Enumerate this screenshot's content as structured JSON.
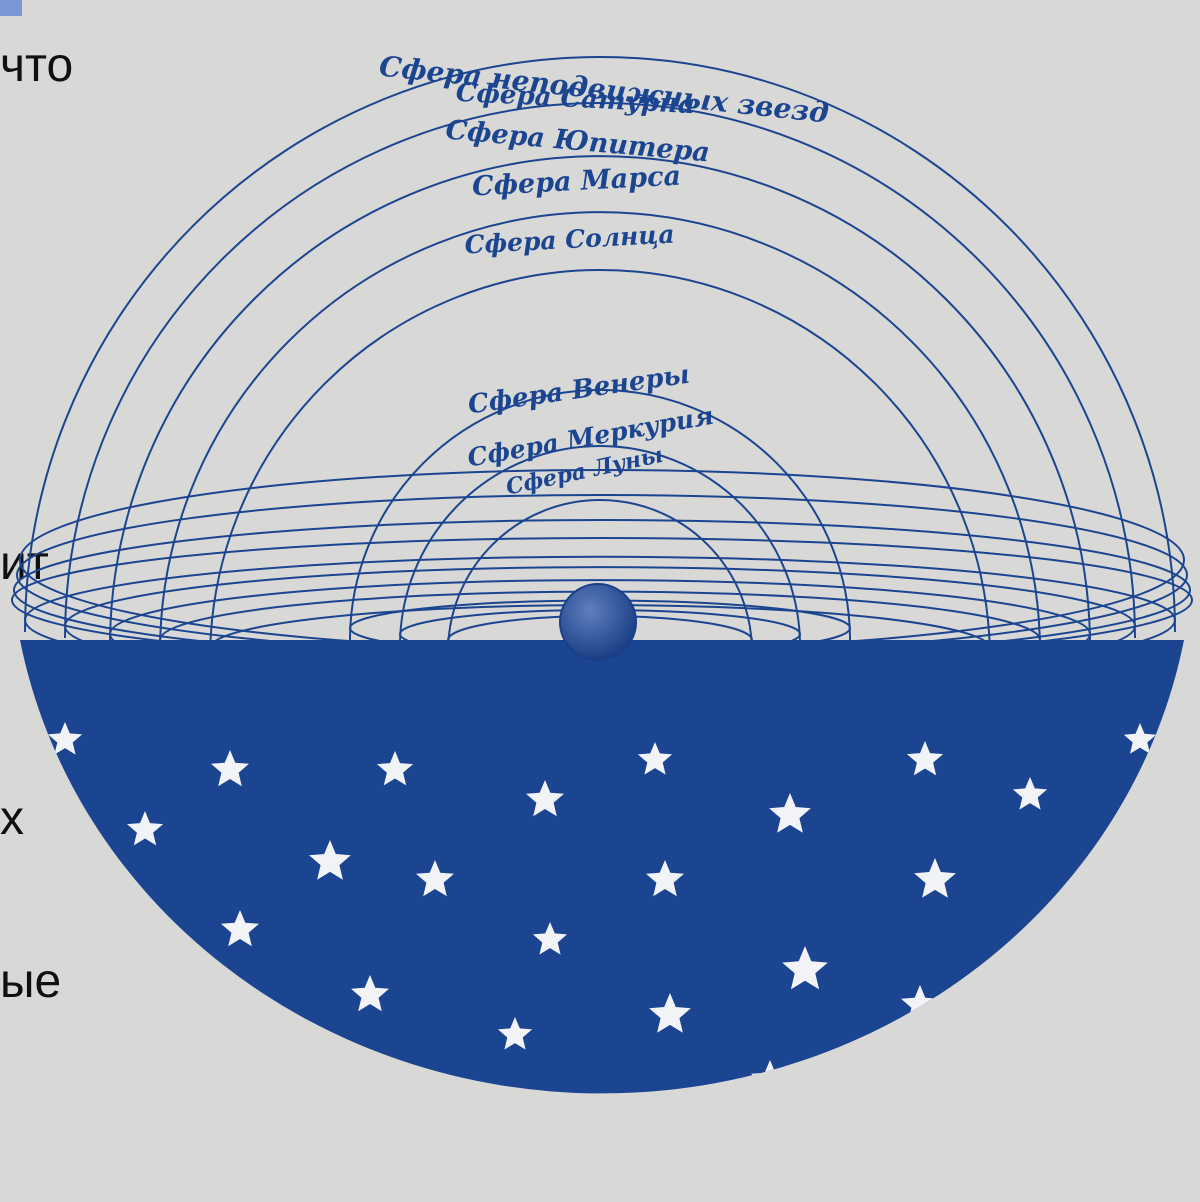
{
  "colors": {
    "background": "#d8d8d6",
    "ink": "#1b4590",
    "accent": "#7b96d6",
    "slide_text": "#101010",
    "star": "#f2f3f7"
  },
  "slide_text_fragments": [
    "что",
    "ит",
    "х",
    "ые"
  ],
  "diagram": {
    "outer_labels": [
      "Сфера неподвижных звезд",
      "Сфера Сатурна",
      "Сфера Юпитера",
      "Сфера Марса",
      "Сфера Солнца"
    ],
    "inner_labels": [
      "Сфера Венеры",
      "Сфера Меркурия",
      "Сфера Луны"
    ],
    "center_body": "earth-globe",
    "lower_hemisphere": "star-field"
  }
}
